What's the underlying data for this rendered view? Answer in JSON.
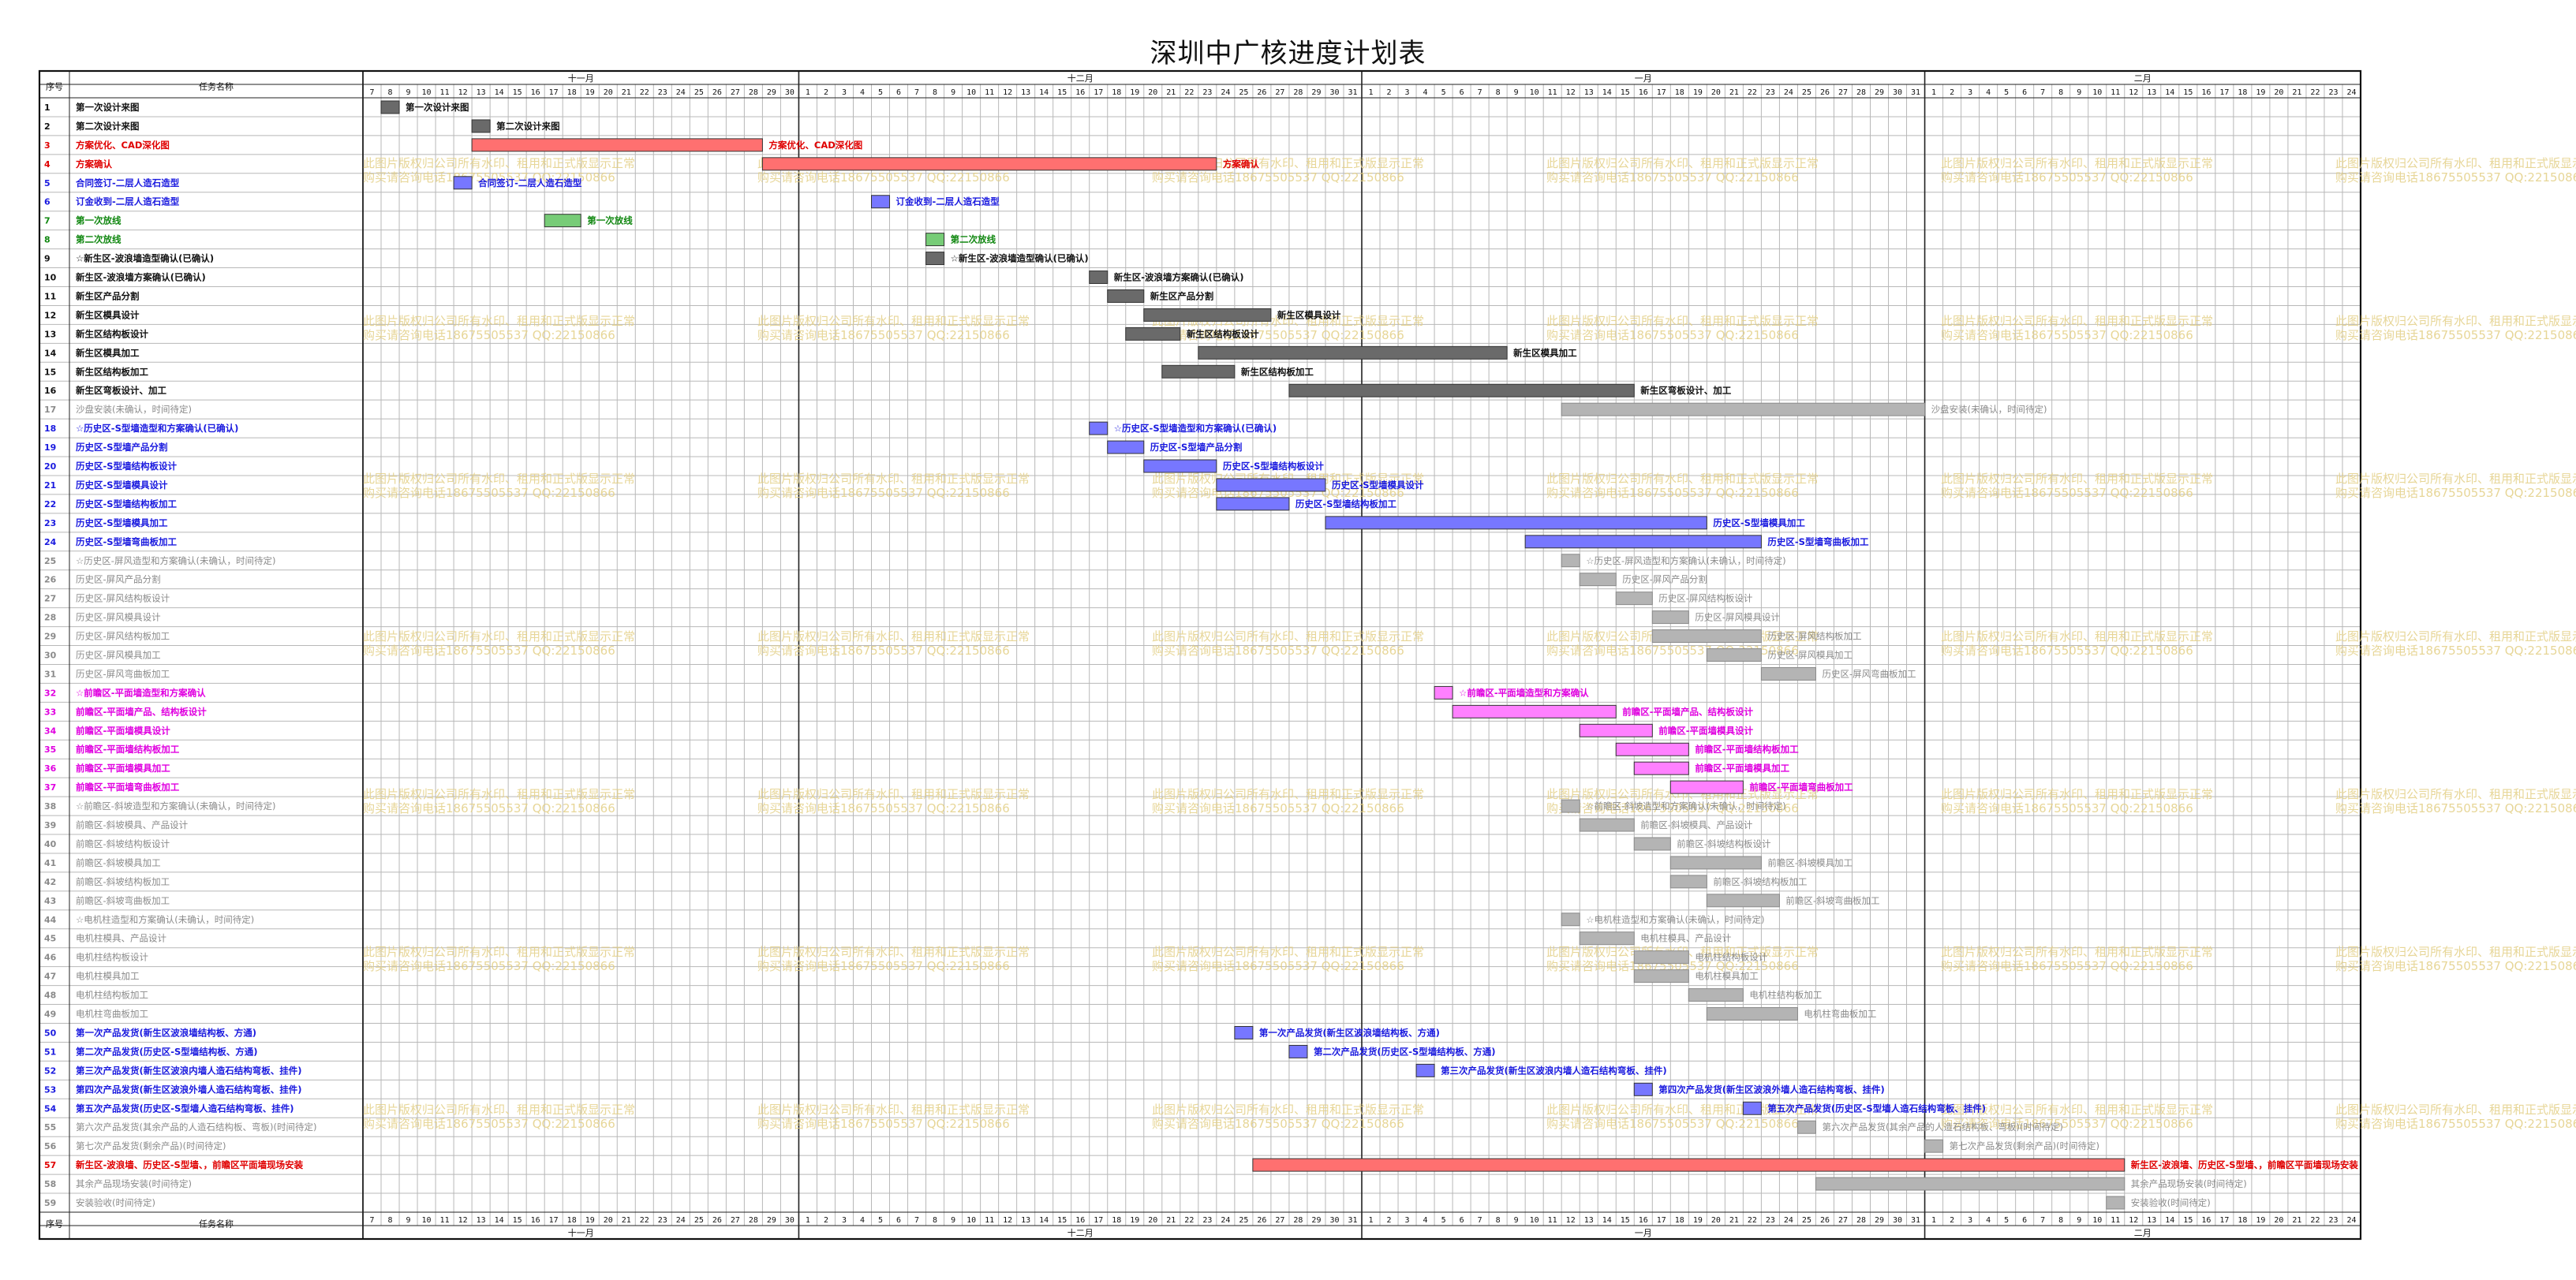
{
  "title": "深圳中广核进度计划表",
  "header": {
    "num_label": "序号",
    "name_label": "任务名称"
  },
  "colors": {
    "black": "#111111",
    "red": "#e00000",
    "blue": "#1a1adf",
    "green": "#118811",
    "gray": "#8a8a8a",
    "magenta": "#e000e0"
  },
  "bar_colors": {
    "black": "#6a6a6a",
    "red": "#ff7070",
    "blue": "#7777ff",
    "green": "#77cc77",
    "gray": "#b4b4b4",
    "magenta": "#ff80ff"
  },
  "chart_data": {
    "type": "gantt",
    "title": "深圳中广核进度计划表",
    "timeline": {
      "start": "2017-11-07",
      "end": "2018-02-24"
    },
    "months": [
      {
        "label": "十一月",
        "start": "2017-11-07",
        "end": "2017-11-30"
      },
      {
        "label": "十二月",
        "start": "2017-12-01",
        "end": "2017-12-31"
      },
      {
        "label": "一月",
        "start": "2018-01-01",
        "end": "2018-01-31"
      },
      {
        "label": "二月",
        "start": "2018-02-01",
        "end": "2018-02-24"
      }
    ],
    "tasks": [
      {
        "id": "1",
        "name": "第一次设计来图",
        "color": "black",
        "bold": true,
        "start": "2017-11-08",
        "end": "2017-11-08",
        "label": "第一次设计来图"
      },
      {
        "id": "2",
        "name": "第二次设计来图",
        "color": "black",
        "bold": true,
        "start": "2017-11-13",
        "end": "2017-11-13",
        "label": "第二次设计来图"
      },
      {
        "id": "3",
        "name": "方案优化、CAD深化图",
        "color": "red",
        "bold": true,
        "start": "2017-11-13",
        "end": "2017-11-28",
        "label": "方案优化、CAD深化图"
      },
      {
        "id": "4",
        "name": "方案确认",
        "color": "red",
        "bold": true,
        "start": "2017-11-29",
        "end": "2017-12-23",
        "label": "方案确认"
      },
      {
        "id": "5",
        "name": "合同签订-二层人造石造型",
        "color": "blue",
        "bold": true,
        "start": "2017-11-12",
        "end": "2017-11-12",
        "label": "合同签订-二层人造石造型"
      },
      {
        "id": "6",
        "name": "订金收到-二层人造石造型",
        "color": "blue",
        "bold": true,
        "start": "2017-12-05",
        "end": "2017-12-05",
        "label": "订金收到-二层人造石造型"
      },
      {
        "id": "7",
        "name": "第一次放线",
        "color": "green",
        "bold": true,
        "start": "2017-11-17",
        "end": "2017-11-18",
        "label": "第一次放线"
      },
      {
        "id": "8",
        "name": "第二次放线",
        "color": "green",
        "bold": true,
        "start": "2017-12-08",
        "end": "2017-12-08",
        "label": "第二次放线"
      },
      {
        "id": "9",
        "name": "☆新生区-波浪墙造型确认(已确认)",
        "color": "black",
        "bold": true,
        "start": "2017-12-08",
        "end": "2017-12-08",
        "label": "☆新生区-波浪墙造型确认(已确认)"
      },
      {
        "id": "10",
        "name": "新生区-波浪墙方案确认(已确认)",
        "color": "black",
        "bold": true,
        "start": "2017-12-17",
        "end": "2017-12-17",
        "label": "新生区-波浪墙方案确认(已确认)"
      },
      {
        "id": "11",
        "name": "新生区产品分割",
        "color": "black",
        "bold": true,
        "start": "2017-12-18",
        "end": "2017-12-19",
        "label": "新生区产品分割"
      },
      {
        "id": "12",
        "name": "新生区模具设计",
        "color": "black",
        "bold": true,
        "start": "2017-12-20",
        "end": "2017-12-26",
        "label": "新生区模具设计"
      },
      {
        "id": "13",
        "name": "新生区结构板设计",
        "color": "black",
        "bold": true,
        "start": "2017-12-19",
        "end": "2017-12-21",
        "label": "新生区结构板设计"
      },
      {
        "id": "14",
        "name": "新生区模具加工",
        "color": "black",
        "bold": true,
        "start": "2017-12-23",
        "end": "2018-01-08",
        "label": "新生区模具加工"
      },
      {
        "id": "15",
        "name": "新生区结构板加工",
        "color": "black",
        "bold": true,
        "start": "2017-12-21",
        "end": "2017-12-24",
        "label": "新生区结构板加工"
      },
      {
        "id": "16",
        "name": "新生区弯板设计、加工",
        "color": "black",
        "bold": true,
        "start": "2017-12-28",
        "end": "2018-01-15",
        "label": "新生区弯板设计、加工"
      },
      {
        "id": "17",
        "name": "沙盘安装(未确认，时间待定)",
        "color": "gray",
        "bold": false,
        "start": "2018-01-12",
        "end": "2018-01-31",
        "label": "沙盘安装(未确认，时间待定)"
      },
      {
        "id": "18",
        "name": "☆历史区-S型墙造型和方案确认(已确认)",
        "color": "blue",
        "bold": true,
        "start": "2017-12-17",
        "end": "2017-12-17",
        "label": "☆历史区-S型墙造型和方案确认(已确认)"
      },
      {
        "id": "19",
        "name": "历史区-S型墙产品分割",
        "color": "blue",
        "bold": true,
        "start": "2017-12-18",
        "end": "2017-12-19",
        "label": "历史区-S型墙产品分割"
      },
      {
        "id": "20",
        "name": "历史区-S型墙结构板设计",
        "color": "blue",
        "bold": true,
        "start": "2017-12-20",
        "end": "2017-12-23",
        "label": "历史区-S型墙结构板设计"
      },
      {
        "id": "21",
        "name": "历史区-S型墙模具设计",
        "color": "blue",
        "bold": true,
        "start": "2017-12-24",
        "end": "2017-12-29",
        "label": "历史区-S型墙模具设计"
      },
      {
        "id": "22",
        "name": "历史区-S型墙结构板加工",
        "color": "blue",
        "bold": true,
        "start": "2017-12-24",
        "end": "2017-12-27",
        "label": "历史区-S型墙结构板加工"
      },
      {
        "id": "23",
        "name": "历史区-S型墙模具加工",
        "color": "blue",
        "bold": true,
        "start": "2017-12-30",
        "end": "2018-01-19",
        "label": "历史区-S型墙模具加工"
      },
      {
        "id": "24",
        "name": "历史区-S型墙弯曲板加工",
        "color": "blue",
        "bold": true,
        "start": "2018-01-10",
        "end": "2018-01-22",
        "label": "历史区-S型墙弯曲板加工"
      },
      {
        "id": "25",
        "name": "☆历史区-屏风造型和方案确认(未确认，时间待定)",
        "color": "gray",
        "bold": false,
        "start": "2018-01-12",
        "end": "2018-01-12",
        "label": "☆历史区-屏风造型和方案确认(未确认，时间待定)"
      },
      {
        "id": "26",
        "name": "历史区-屏风产品分割",
        "color": "gray",
        "bold": false,
        "start": "2018-01-13",
        "end": "2018-01-14",
        "label": "历史区-屏风产品分割"
      },
      {
        "id": "27",
        "name": "历史区-屏风结构板设计",
        "color": "gray",
        "bold": false,
        "start": "2018-01-15",
        "end": "2018-01-16",
        "label": "历史区-屏风结构板设计"
      },
      {
        "id": "28",
        "name": "历史区-屏风模具设计",
        "color": "gray",
        "bold": false,
        "start": "2018-01-17",
        "end": "2018-01-18",
        "label": "历史区-屏风模具设计"
      },
      {
        "id": "29",
        "name": "历史区-屏风结构板加工",
        "color": "gray",
        "bold": false,
        "start": "2018-01-17",
        "end": "2018-01-22",
        "label": "历史区-屏风结构板加工"
      },
      {
        "id": "30",
        "name": "历史区-屏风模具加工",
        "color": "gray",
        "bold": false,
        "start": "2018-01-20",
        "end": "2018-01-22",
        "label": "历史区-屏风模具加工"
      },
      {
        "id": "31",
        "name": "历史区-屏风弯曲板加工",
        "color": "gray",
        "bold": false,
        "start": "2018-01-23",
        "end": "2018-01-25",
        "label": "历史区-屏风弯曲板加工"
      },
      {
        "id": "32",
        "name": "☆前瞻区-平面墙造型和方案确认",
        "color": "magenta",
        "bold": true,
        "start": "2018-01-05",
        "end": "2018-01-05",
        "label": "☆前瞻区-平面墙造型和方案确认"
      },
      {
        "id": "33",
        "name": "前瞻区-平面墙产品、结构板设计",
        "color": "magenta",
        "bold": true,
        "start": "2018-01-06",
        "end": "2018-01-14",
        "label": "前瞻区-平面墙产品、结构板设计"
      },
      {
        "id": "34",
        "name": "前瞻区-平面墙模具设计",
        "color": "magenta",
        "bold": true,
        "start": "2018-01-13",
        "end": "2018-01-16",
        "label": "前瞻区-平面墙模具设计"
      },
      {
        "id": "35",
        "name": "前瞻区-平面墙结构板加工",
        "color": "magenta",
        "bold": true,
        "start": "2018-01-15",
        "end": "2018-01-18",
        "label": "前瞻区-平面墙结构板加工"
      },
      {
        "id": "36",
        "name": "前瞻区-平面墙模具加工",
        "color": "magenta",
        "bold": true,
        "start": "2018-01-16",
        "end": "2018-01-18",
        "label": "前瞻区-平面墙模具加工"
      },
      {
        "id": "37",
        "name": "前瞻区-平面墙弯曲板加工",
        "color": "magenta",
        "bold": true,
        "start": "2018-01-18",
        "end": "2018-01-21",
        "label": "前瞻区-平面墙弯曲板加工"
      },
      {
        "id": "38",
        "name": "☆前瞻区-斜坡造型和方案确认(未确认，时间待定)",
        "color": "gray",
        "bold": false,
        "start": "2018-01-12",
        "end": "2018-01-12",
        "label": "☆前瞻区-斜坡造型和方案确认(未确认，时间待定)"
      },
      {
        "id": "39",
        "name": "前瞻区-斜坡模具、产品设计",
        "color": "gray",
        "bold": false,
        "start": "2018-01-13",
        "end": "2018-01-15",
        "label": "前瞻区-斜坡模具、产品设计"
      },
      {
        "id": "40",
        "name": "前瞻区-斜坡结构板设计",
        "color": "gray",
        "bold": false,
        "start": "2018-01-16",
        "end": "2018-01-17",
        "label": "前瞻区-斜坡结构板设计"
      },
      {
        "id": "41",
        "name": "前瞻区-斜坡模具加工",
        "color": "gray",
        "bold": false,
        "start": "2018-01-18",
        "end": "2018-01-22",
        "label": "前瞻区-斜坡模具加工"
      },
      {
        "id": "42",
        "name": "前瞻区-斜坡结构板加工",
        "color": "gray",
        "bold": false,
        "start": "2018-01-18",
        "end": "2018-01-19",
        "label": "前瞻区-斜坡结构板加工"
      },
      {
        "id": "43",
        "name": "前瞻区-斜坡弯曲板加工",
        "color": "gray",
        "bold": false,
        "start": "2018-01-20",
        "end": "2018-01-23",
        "label": "前瞻区-斜坡弯曲板加工"
      },
      {
        "id": "44",
        "name": "☆电机柱造型和方案确认(未确认，时间待定)",
        "color": "gray",
        "bold": false,
        "start": "2018-01-12",
        "end": "2018-01-12",
        "label": "☆电机柱造型和方案确认(未确认，时间待定)"
      },
      {
        "id": "45",
        "name": "电机柱模具、产品设计",
        "color": "gray",
        "bold": false,
        "start": "2018-01-13",
        "end": "2018-01-15",
        "label": "电机柱模具、产品设计"
      },
      {
        "id": "46",
        "name": "电机柱结构板设计",
        "color": "gray",
        "bold": false,
        "start": "2018-01-16",
        "end": "2018-01-18",
        "label": "电机柱结构板设计"
      },
      {
        "id": "47",
        "name": "电机柱模具加工",
        "color": "gray",
        "bold": false,
        "start": "2018-01-16",
        "end": "2018-01-18",
        "label": "电机柱模具加工"
      },
      {
        "id": "48",
        "name": "电机柱结构板加工",
        "color": "gray",
        "bold": false,
        "start": "2018-01-19",
        "end": "2018-01-21",
        "label": "电机柱结构板加工"
      },
      {
        "id": "49",
        "name": "电机柱弯曲板加工",
        "color": "gray",
        "bold": false,
        "start": "2018-01-20",
        "end": "2018-01-24",
        "label": "电机柱弯曲板加工"
      },
      {
        "id": "50",
        "name": "第一次产品发货(新生区波浪墙结构板、方通)",
        "color": "blue",
        "bold": true,
        "start": "2017-12-25",
        "end": "2017-12-25",
        "label": "第一次产品发货(新生区波浪墙结构板、方通)"
      },
      {
        "id": "51",
        "name": "第二次产品发货(历史区-S型墙结构板、方通)",
        "color": "blue",
        "bold": true,
        "start": "2017-12-28",
        "end": "2017-12-28",
        "label": "第二次产品发货(历史区-S型墙结构板、方通)"
      },
      {
        "id": "52",
        "name": "第三次产品发货(新生区波浪内墙人造石结构弯板、挂件)",
        "color": "blue",
        "bold": true,
        "start": "2018-01-04",
        "end": "2018-01-04",
        "label": "第三次产品发货(新生区波浪内墙人造石结构弯板、挂件)"
      },
      {
        "id": "53",
        "name": "第四次产品发货(新生区波浪外墙人造石结构弯板、挂件)",
        "color": "blue",
        "bold": true,
        "start": "2018-01-16",
        "end": "2018-01-16",
        "label": "第四次产品发货(新生区波浪外墙人造石结构弯板、挂件)"
      },
      {
        "id": "54",
        "name": "第五次产品发货(历史区-S型墙人造石结构弯板、挂件)",
        "color": "blue",
        "bold": true,
        "start": "2018-01-22",
        "end": "2018-01-22",
        "label": "第五次产品发货(历史区-S型墙人造石结构弯板、挂件)"
      },
      {
        "id": "55",
        "name": "第六次产品发货(其余产品的人造石结构板、弯板)(时间待定)",
        "color": "gray",
        "bold": false,
        "start": "2018-01-25",
        "end": "2018-01-25",
        "label": "第六次产品发货(其余产品的人造石结构板、弯板)(时间待定)"
      },
      {
        "id": "56",
        "name": "第七次产品发货(剩余产品)(时间待定)",
        "color": "gray",
        "bold": false,
        "start": "2018-02-01",
        "end": "2018-02-01",
        "label": "第七次产品发货(剩余产品)(时间待定)"
      },
      {
        "id": "57",
        "name": "新生区-波浪墙、历史区-S型墙、，前瞻区平面墙现场安装",
        "color": "red",
        "bold": true,
        "start": "2017-12-26",
        "end": "2018-02-11",
        "label": "新生区-波浪墙、历史区-S型墙、，前瞻区平面墙现场安装"
      },
      {
        "id": "58",
        "name": "其余产品现场安装(时间待定)",
        "color": "gray",
        "bold": false,
        "start": "2018-01-26",
        "end": "2018-02-11",
        "label": "其余产品现场安装(时间待定)"
      },
      {
        "id": "59",
        "name": "安装验收(时间待定)",
        "color": "gray",
        "bold": false,
        "start": "2018-02-11",
        "end": "2018-02-11",
        "label": "安装验收(时间待定)"
      }
    ]
  },
  "watermark": {
    "line1": "此图片版权归公司所有水印、租用和正式版显示正常",
    "line2": "购买请咨询电话18675505537 QQ:22150866"
  }
}
